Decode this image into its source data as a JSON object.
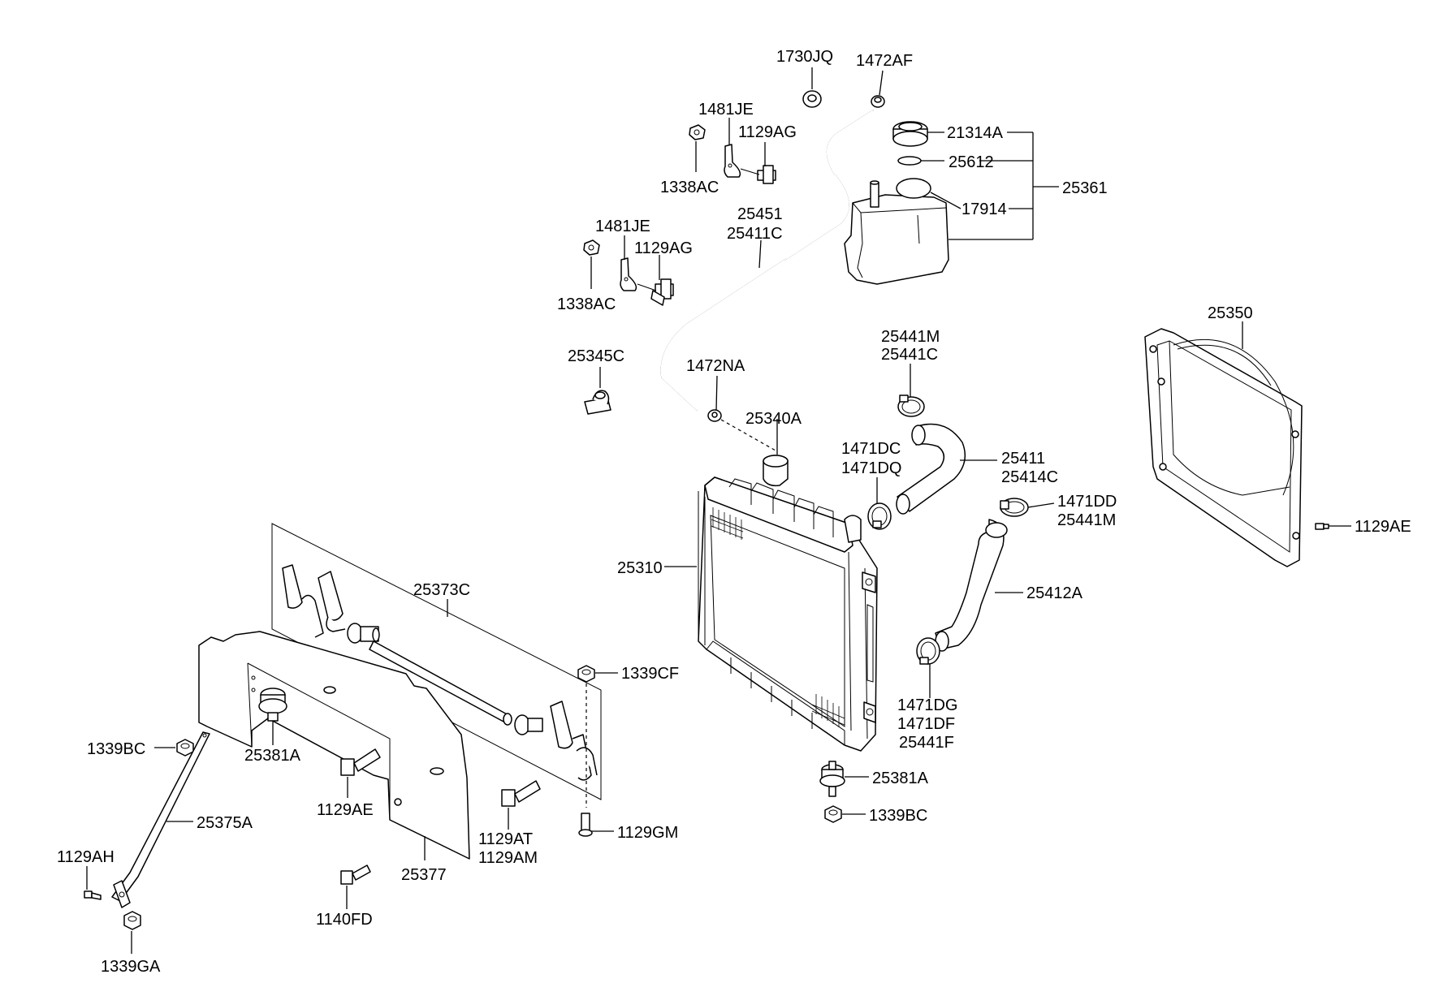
{
  "labels": {
    "l_1730JQ": "1730JQ",
    "l_1472AF": "1472AF",
    "l_1481JE_a": "1481JE",
    "l_1129AG_a": "1129AG",
    "l_1338AC_a": "1338AC",
    "l_21314A": "21314A",
    "l_25612": "25612",
    "l_25361": "25361",
    "l_17914": "17914",
    "l_25451": "25451",
    "l_25411C": "25411C",
    "l_1481JE_b": "1481JE",
    "l_1129AG_b": "1129AG",
    "l_1338AC_b": "1338AC",
    "l_25350": "25350",
    "l_25441M_a": "25441M",
    "l_25441C": "25441C",
    "l_25345C": "25345C",
    "l_1472NA": "1472NA",
    "l_25340A": "25340A",
    "l_1471DC": "1471DC",
    "l_1471DQ": "1471DQ",
    "l_25411": "25411",
    "l_25414C": "25414C",
    "l_1471DD": "1471DD",
    "l_25441M_b": "25441M",
    "l_1129AE_a": "1129AE",
    "l_25310": "25310",
    "l_25373C": "25373C",
    "l_25412A": "25412A",
    "l_1339CF": "1339CF",
    "l_1339BC_a": "1339BC",
    "l_25381A_a": "25381A",
    "l_1471DG": "1471DG",
    "l_1471DF": "1471DF",
    "l_25441F": "25441F",
    "l_1129AE_b": "1129AE",
    "l_25381A_b": "25381A",
    "l_25375A": "25375A",
    "l_1129AT": "1129AT",
    "l_1129AM": "1129AM",
    "l_1129GM": "1129GM",
    "l_1339BC_b": "1339BC",
    "l_1129AH": "1129AH",
    "l_25377": "25377",
    "l_1140FD": "1140FD",
    "l_1339GA": "1339GA"
  }
}
